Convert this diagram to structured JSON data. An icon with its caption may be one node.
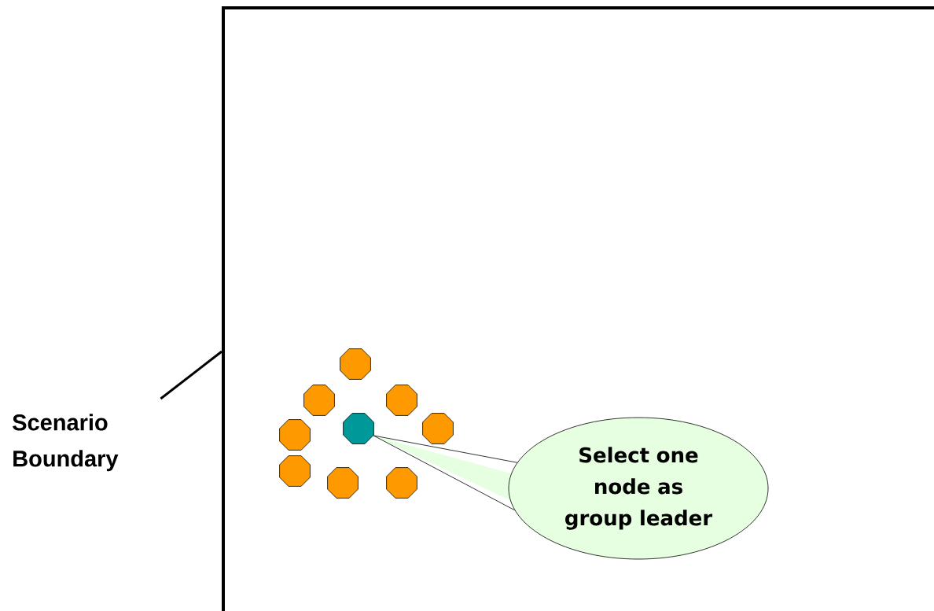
{
  "diagram": {
    "nodes": [
      {
        "text": [],
        "shape": "box"
      },
      {
        "text": [
          "Scenario Boundary"
        ]
      },
      {
        "text": [],
        "shape": "octagon",
        "in": 0
      },
      {
        "text": [],
        "shape": "octagon",
        "in": 0
      },
      {
        "text": [],
        "shape": "octagon",
        "in": 0
      },
      {
        "text": [],
        "shape": "octagon",
        "in": 0
      },
      {
        "text": [],
        "shape": "octagon",
        "in": 0
      },
      {
        "text": [],
        "shape": "octagon",
        "in": 0
      },
      {
        "text": [],
        "shape": "octagon",
        "in": 0
      },
      {
        "text": [],
        "shape": "octagon",
        "in": 0
      },
      {
        "text": [],
        "shape": "octagon",
        "in": 0
      },
      {
        "text": [
          "Select one node as group leader"
        ],
        "in": 0
      }
    ],
    "edges": [
      {
        "from": 1,
        "to": 0,
        "arrow": "none",
        "style": "thick"
      },
      {
        "from": 11,
        "to": 6,
        "arrow": "none"
      }
    ]
  }
}
